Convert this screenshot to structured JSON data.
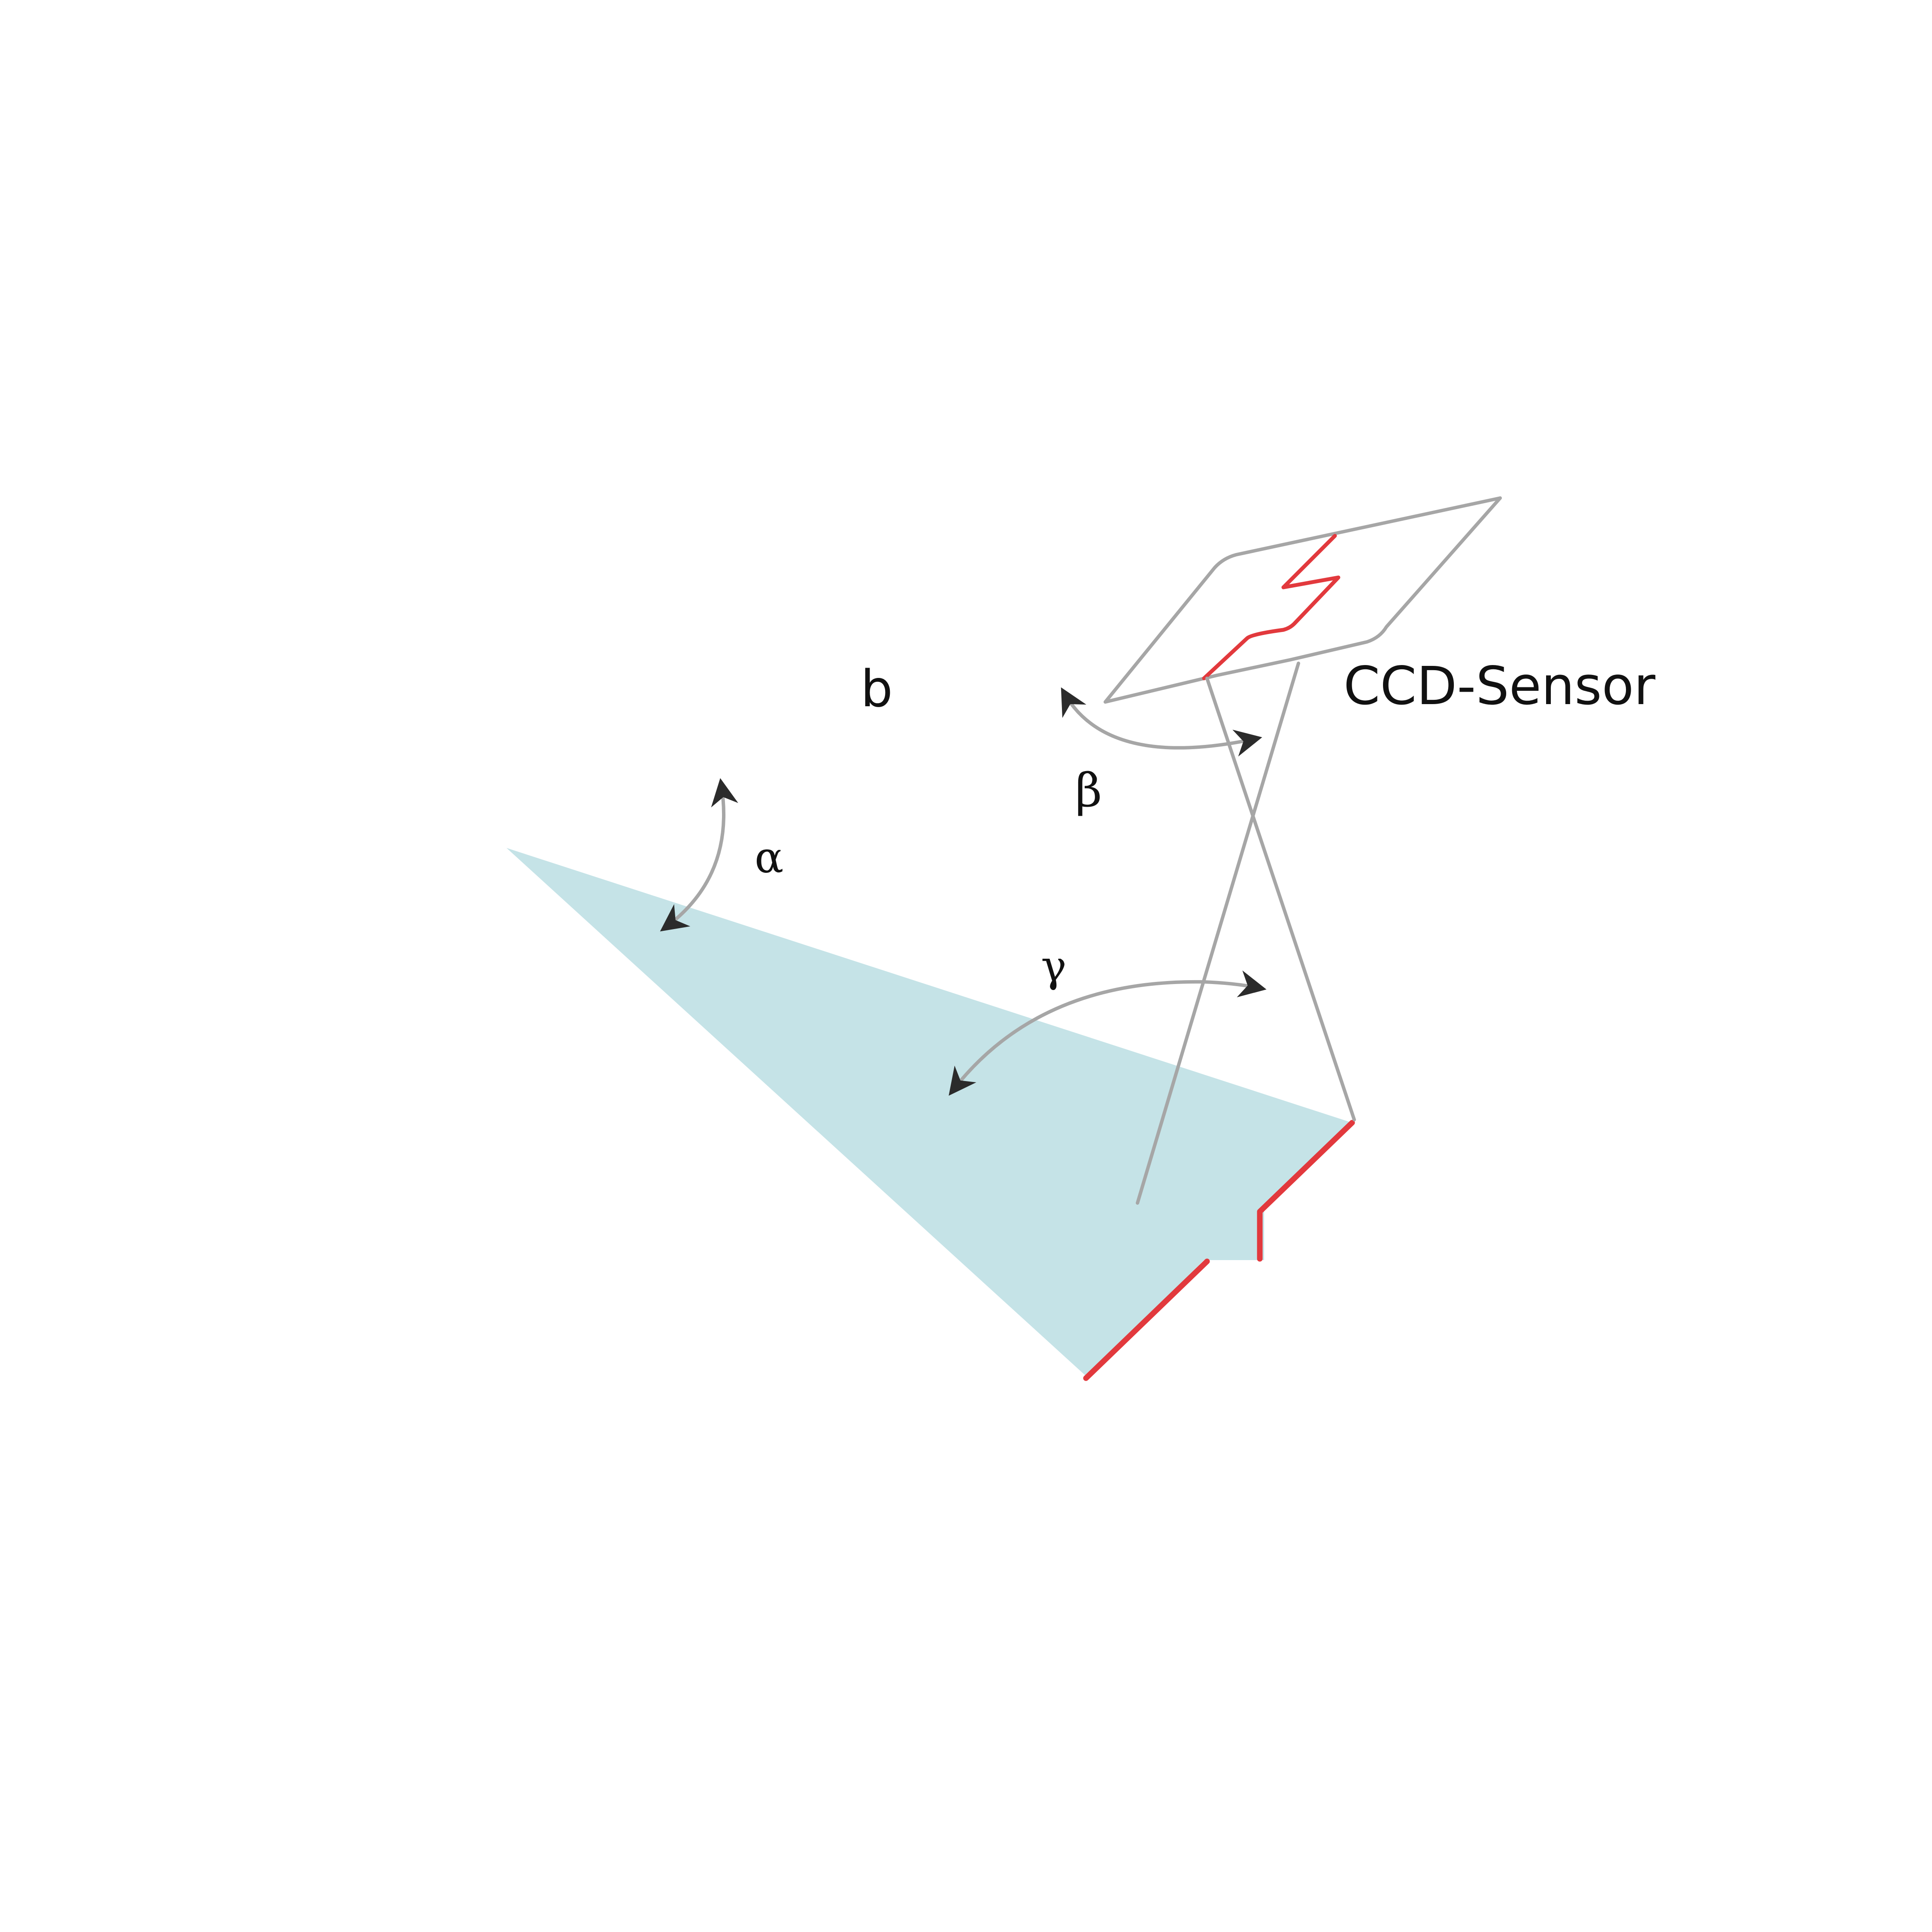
{
  "labels": {
    "b": "b",
    "sensor": "CCD-Sensor",
    "alpha": "α",
    "beta": "β",
    "gamma": "γ"
  },
  "colors": {
    "beam_fill": "#c5e3e7",
    "line_gray": "#a6a6a6",
    "laser_red": "#e2393d",
    "arrowhead": "#2b2b2b",
    "text": "#111111"
  }
}
